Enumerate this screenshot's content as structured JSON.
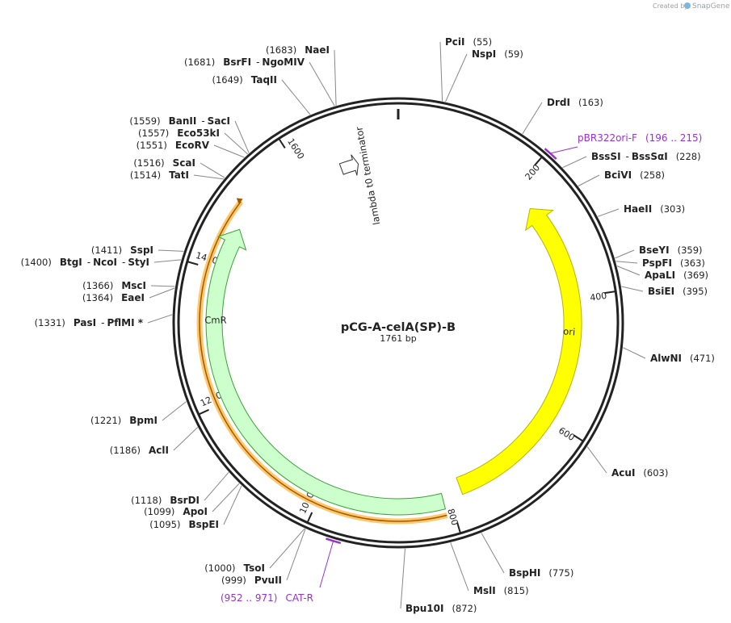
{
  "credit": {
    "text": "Created by",
    "brand": "SnapGene"
  },
  "plasmid": {
    "name": "pCG-A-celA(SP)-B",
    "length_label": "1761 bp",
    "length": 1761
  },
  "ticks": [
    {
      "pos": 200,
      "label": "200"
    },
    {
      "pos": 400,
      "label": "400"
    },
    {
      "pos": 600,
      "label": "600"
    },
    {
      "pos": 800,
      "label": "800"
    },
    {
      "pos": 1000,
      "label": "1000"
    },
    {
      "pos": 1200,
      "label": "1200"
    },
    {
      "pos": 1400,
      "label": "1400"
    },
    {
      "pos": 1600,
      "label": "1600"
    }
  ],
  "features": [
    {
      "name": "ori",
      "start": 240,
      "end": 780,
      "color": "#ffff00",
      "stroke": "#b5b500",
      "direction": "reverse"
    },
    {
      "name": "CmR",
      "start": 811,
      "end": 1470,
      "color": "#ccffcc",
      "stroke": "#3aa13a",
      "direction": "forward"
    },
    {
      "name": "lambda t0 terminator",
      "start": 1662,
      "end": 1692,
      "color": "#ffffff",
      "stroke": "#333333",
      "direction": "forward"
    }
  ],
  "highlight_arc": {
    "start": 811,
    "end": 1505,
    "color": "#ffc66b",
    "core": "#a05a00"
  },
  "sites": [
    {
      "name": "PciI",
      "pos_text": "(55)",
      "pos": 55
    },
    {
      "name": "NspI",
      "pos_text": "(59)",
      "pos": 59
    },
    {
      "name": "DrdI",
      "pos_text": "(163)",
      "pos": 163
    },
    {
      "name": "BssSI",
      "alt": "BssSαI",
      "pos_text": "(228)",
      "pos": 228
    },
    {
      "name": "BciVI",
      "pos_text": "(258)",
      "pos": 258
    },
    {
      "name": "HaeII",
      "pos_text": "(303)",
      "pos": 303
    },
    {
      "name": "BseYI",
      "pos_text": "(359)",
      "pos": 359
    },
    {
      "name": "PspFI",
      "pos_text": "(363)",
      "pos": 363
    },
    {
      "name": "ApaLI",
      "pos_text": "(369)",
      "pos": 369
    },
    {
      "name": "BsiEI",
      "pos_text": "(395)",
      "pos": 395
    },
    {
      "name": "AlwNI",
      "pos_text": "(471)",
      "pos": 471
    },
    {
      "name": "AcuI",
      "pos_text": "(603)",
      "pos": 603
    },
    {
      "name": "BspHI",
      "pos_text": "(775)",
      "pos": 775
    },
    {
      "name": "MslI",
      "pos_text": "(815)",
      "pos": 815
    },
    {
      "name": "Bpu10I",
      "pos_text": "(872)",
      "pos": 872
    },
    {
      "name": "TsoI",
      "pos_text": "(1000)",
      "pos": 1000
    },
    {
      "name": "PvuII",
      "pos_text": "(999)",
      "pos": 999
    },
    {
      "name": "BspEI",
      "pos_text": "(1095)",
      "pos": 1095
    },
    {
      "name": "ApoI",
      "pos_text": "(1099)",
      "pos": 1099
    },
    {
      "name": "BsrDI",
      "pos_text": "(1118)",
      "pos": 1118
    },
    {
      "name": "AclI",
      "pos_text": "(1186)",
      "pos": 1186
    },
    {
      "name": "BpmI",
      "pos_text": "(1221)",
      "pos": 1221
    },
    {
      "name": "PasI",
      "alt": "PflMI *",
      "pos_text": "(1331)",
      "pos": 1331
    },
    {
      "name": "EaeI",
      "pos_text": "(1364)",
      "pos": 1364
    },
    {
      "name": "MscI",
      "pos_text": "(1366)",
      "pos": 1366
    },
    {
      "name": "BtgI",
      "alt": "NcoI",
      "alt2": "StyI",
      "pos_text": "(1400)",
      "pos": 1400
    },
    {
      "name": "SspI",
      "pos_text": "(1411)",
      "pos": 1411
    },
    {
      "name": "TatI",
      "pos_text": "(1514)",
      "pos": 1514
    },
    {
      "name": "ScaI",
      "pos_text": "(1516)",
      "pos": 1516
    },
    {
      "name": "EcoRV",
      "pos_text": "(1551)",
      "pos": 1551
    },
    {
      "name": "Eco53kI",
      "pos_text": "(1557)",
      "pos": 1557
    },
    {
      "name": "BanII",
      "alt": "SacI",
      "pos_text": "(1559)",
      "pos": 1559
    },
    {
      "name": "TaqII",
      "pos_text": "(1649)",
      "pos": 1649
    },
    {
      "name": "BsrFI",
      "alt": "NgoMIV",
      "pos_text": "(1681)",
      "pos": 1681
    },
    {
      "name": "NaeI",
      "pos_text": "(1683)",
      "pos": 1683
    }
  ],
  "primers": [
    {
      "name": "pBR322ori-F",
      "range_text": "(196 .. 215)",
      "start": 196,
      "end": 215,
      "color": "#9b30d0"
    },
    {
      "name": "CAT-R",
      "range_text": "(952 .. 971)",
      "start": 952,
      "end": 971,
      "color": "#9b30d0"
    }
  ]
}
